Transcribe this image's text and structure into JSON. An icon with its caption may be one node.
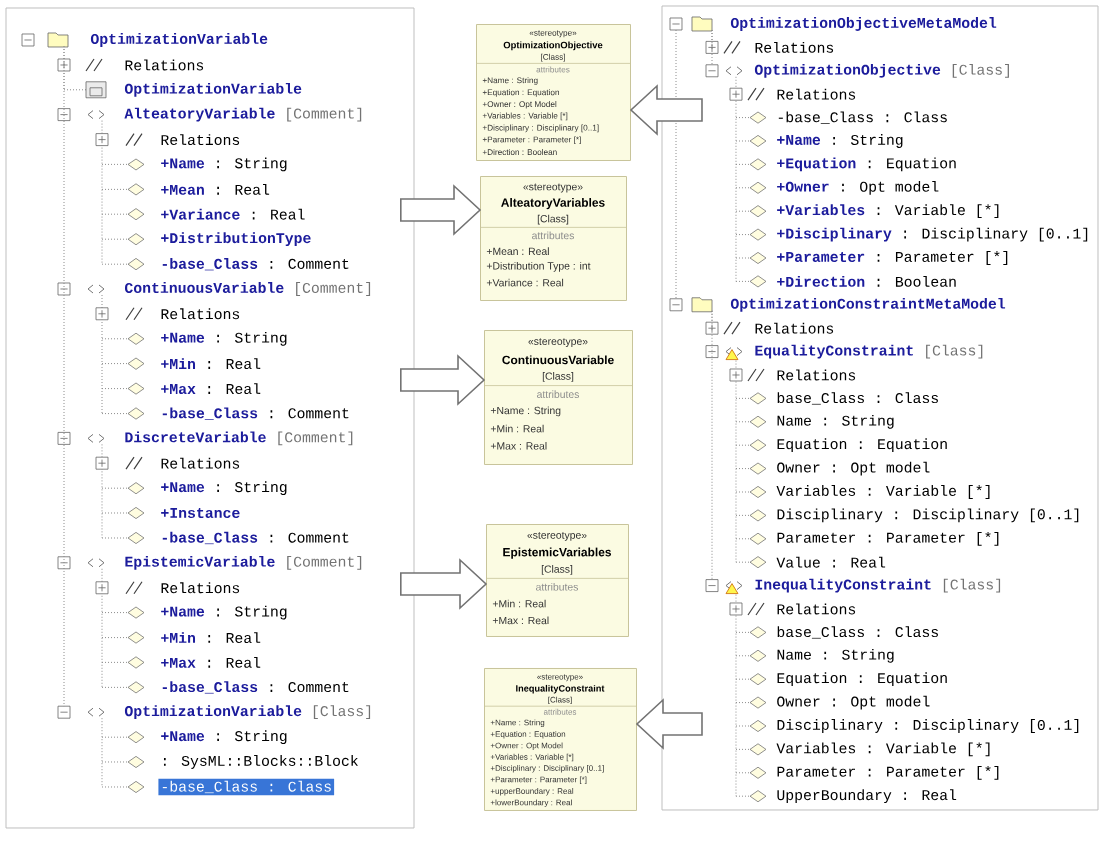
{
  "diagram": {
    "nodes": [
      {
        "text": [
          "OptimizationVariable",
          "Relations",
          "OptimizationVariable"
        ]
      },
      {
        "text": [
          "**AlteatoryVariable** [Comment]",
          "Relations",
          "**+Name** : String",
          "**+Mean** : Real",
          "**+Variance** : Real",
          "+DistributionType",
          "**-base_Class** : Comment"
        ]
      },
      {
        "text": [
          "**ContinuousVariable** [Comment]",
          "Relations",
          "**+Name** : String",
          "**+Min** : Real",
          "**+Max** : Real",
          "**-base_Class** : Comment"
        ]
      },
      {
        "text": [
          "**DiscreteVariable** [Comment]",
          "Relations",
          "**+Name** : String",
          "+Instance",
          "**-base_Class** : Comment"
        ]
      },
      {
        "text": [
          "**EpistemicVariable** [Comment]",
          "Relations",
          "**+Name** : String",
          "**+Min** : Real",
          "**+Max** : Real",
          "**-base_Class** : Comment"
        ]
      },
      {
        "text": [
          "**OptimizationVariable** [Class]",
          "**+Name** : String",
          ": SysML::Blocks::Block",
          "-base_Class : Class"
        ]
      },
      {
        "text": [
          "«stereotype»",
          "OptimizationObjective",
          "[Class]",
          "attributes",
          "+Name : String",
          "+Equation : Equation",
          "+Owner : Opt Model",
          "+Variables : Variable [*]",
          "+Disciplinary : Disciplinary [0..1]",
          "+Parameter : Parameter [*]",
          "+Direction : Boolean"
        ]
      },
      {
        "text": [
          "«stereotype»",
          "AlteatoryVariables",
          "[Class]",
          "attributes",
          "+Mean : Real",
          "+Distribution Type : int",
          "+Variance : Real"
        ]
      },
      {
        "text": [
          "«stereotype»",
          "ContinuousVariable",
          "[Class]",
          "attributes",
          "+Name : String",
          "+Min : Real",
          "+Max : Real"
        ]
      },
      {
        "text": [
          "«stereotype»",
          "EpistemicVariables",
          "[Class]",
          "attributes",
          "+Min : Real",
          "+Max : Real"
        ]
      },
      {
        "text": [
          "«stereotype»",
          "InequalityConstraint",
          "[Class]",
          "attributes",
          "+Name : String",
          "+Equation : Equation",
          "+Owner : Opt Model",
          "+Variables : Variable [*]",
          "+Disciplinary : Disciplinary [0..1]",
          "+Parameter : Parameter [*]",
          "+upperBoundary : Real",
          "+lowerBoundary : Real"
        ]
      },
      {
        "text": [
          "OptimizationObjectiveMetaModel",
          "Relations"
        ]
      },
      {
        "text": [
          "**OptimizationObjective** [Class]",
          "Relations",
          "-base_Class : Class",
          "**+Name** : String",
          "**+Equation** : Equation",
          "**+Owner** : Opt model",
          "**+Variables** : Variable [*]",
          "**+Disciplinary** : Disciplinary [0..1]",
          "**+Parameter** : Parameter [*]",
          "**+Direction** : Boolean"
        ]
      },
      {
        "text": [
          "OptimizationConstraintMetaModel",
          "Relations"
        ]
      },
      {
        "text": [
          "**EqualityConstraint** [Class]",
          "Relations",
          "base_Class : Class",
          "Name : String",
          "Equation : Equation",
          "Owner : Opt model",
          "Variables : Variable [*]",
          "Disciplinary : Disciplinary [0..1]",
          "Parameter : Parameter [*]",
          "Value : Real"
        ]
      },
      {
        "text": [
          "**InequalityConstraint** [Class]",
          "Relations",
          "base_Class : Class",
          "Name : String",
          "Equation : Equation",
          "Owner : Opt model",
          "Disciplinary : Disciplinary [0..1]",
          "Variables : Variable [*]",
          "Parameter : Parameter [*]",
          "UpperBoundary : Real"
        ]
      }
    ],
    "edges": [
      {
        "from": 1,
        "to": 7,
        "arrow": "to"
      },
      {
        "from": 2,
        "to": 8,
        "arrow": "to"
      },
      {
        "from": 4,
        "to": 9,
        "arrow": "to"
      },
      {
        "from": 12,
        "to": 6,
        "arrow": "to"
      },
      {
        "from": 15,
        "to": 10,
        "arrow": "to"
      },
      {
        "from": 0,
        "to": 1,
        "arrow": "none",
        "style": "dashed"
      },
      {
        "from": 0,
        "to": 2,
        "arrow": "none",
        "style": "dashed"
      },
      {
        "from": 0,
        "to": 3,
        "arrow": "none",
        "style": "dashed"
      },
      {
        "from": 0,
        "to": 4,
        "arrow": "none",
        "style": "dashed"
      },
      {
        "from": 0,
        "to": 5,
        "arrow": "none",
        "style": "dashed"
      },
      {
        "from": 11,
        "to": 12,
        "arrow": "none",
        "style": "dashed"
      },
      {
        "from": 11,
        "to": 13,
        "arrow": "none",
        "style": "dashed"
      },
      {
        "from": 13,
        "to": 14,
        "arrow": "none",
        "style": "dashed"
      },
      {
        "from": 13,
        "to": 15,
        "arrow": "none",
        "style": "dashed"
      }
    ]
  }
}
